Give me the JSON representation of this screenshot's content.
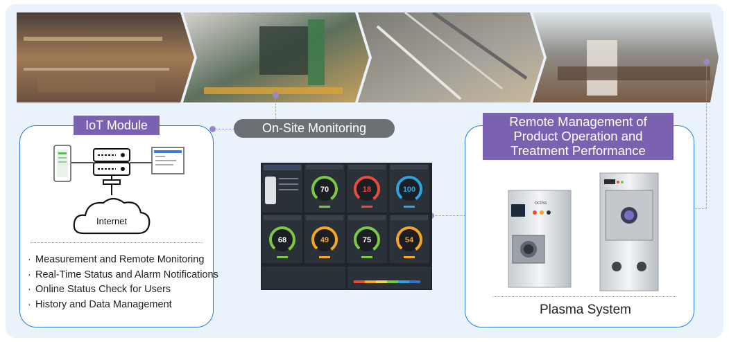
{
  "iot_module": {
    "title": "IoT Module",
    "internet_label": "Internet",
    "features": [
      "Measurement and Remote Monitoring",
      "Real-Time Status and Alarm Notifications",
      "Online Status Check for Users",
      "History and Data Management"
    ]
  },
  "onsite": {
    "title": "On-Site Monitoring"
  },
  "remote": {
    "title_lines": [
      "Remote Management of",
      "Product Operation and",
      "Treatment Performance"
    ],
    "system_label": "Plasma System",
    "device_brand": "OCPSS"
  },
  "dashboard": {
    "gauges": [
      {
        "value": "70",
        "color": "#7ac943"
      },
      {
        "value": "18",
        "color": "#e74c3c"
      },
      {
        "value": "100",
        "color": "#2fa4dc"
      },
      {
        "value": "68",
        "color": "#7ac943"
      },
      {
        "value": "49",
        "color": "#f5a623"
      },
      {
        "value": "75",
        "color": "#7ac943"
      },
      {
        "value": "54",
        "color": "#f5a623"
      }
    ]
  },
  "colors": {
    "accent_purple": "#7b62b0",
    "card_border": "#2a7bd4",
    "pill_gray": "#6b7075"
  }
}
